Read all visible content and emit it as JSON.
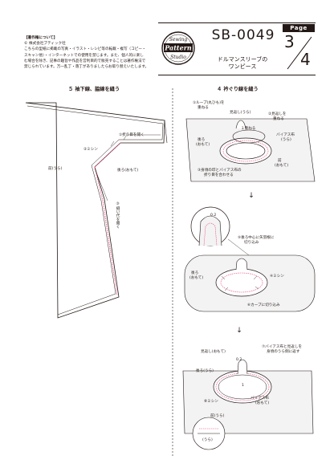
{
  "copyright": {
    "heading": "【著作権について】",
    "line1": "© 株式会社ブティック社",
    "line2": "こちらの型紙に掲載の写真・イラスト・レシピ等の転載・複写（コピー・",
    "line3": "スキャン他）・インターネットでの使用を禁じます。また、個人的に楽し",
    "line4": "む場合を除き、記事の趣旨や作品を営利目的で販売することは著作権法で",
    "line5": "禁じられています。万一乱丁・落丁がありましたらお取り替えいたします。"
  },
  "logo": {
    "line1": "Sewing",
    "line2": "Pattern",
    "line3": "Studio"
  },
  "pattern_code": "SB-0049",
  "pattern_title": {
    "line1": "ドルマンスリーブの",
    "line2": "ワンピース"
  },
  "page": {
    "label": "Page",
    "current": "3",
    "total": "4"
  },
  "section5": {
    "title": "５ 袖下線、脇線を縫う",
    "label_fold": "①折り目を開く",
    "label_machine": "②ミシン",
    "label_back": "後ろ(おもて)",
    "label_front": "前(うら)",
    "label_seam": "③縫い代を開く"
  },
  "section4": {
    "title": "４ 衿ぐり線を縫う",
    "label_loop": "①ループ(丸ひも)を",
    "label_loop2": "重ねる",
    "label_facing_back": "見返し(うら)",
    "label_facing2": "②見返しを",
    "label_facing2b": "重ねる",
    "label_overlap": "１重ねる",
    "label_back_out": "後ろ",
    "label_back_out2": "(おもて)",
    "label_bias": "バイアス布",
    "label_bias2": "(うら)",
    "label_front": "前",
    "label_front2": "(おもて)",
    "label_align": "③身頃の印とバイアス布の",
    "label_align2": "折り目を合わせる",
    "detail_num": "0.2",
    "label_cut": "⑤後ろ中心に矢羽根に",
    "label_cut2": "切り込み",
    "label_back2": "後ろ",
    "label_back2b": "(おもて)",
    "label_machine4": "④ミシン",
    "label_curve": "⑥カーブに切り込み",
    "label_facing_out": "見返し(おもて)",
    "label_bias_fold": "⑦バイアス布と見返しを",
    "label_bias_fold2": "身頃のうら側に返す",
    "label_back3": "後ろ(うら)",
    "num_02": "0.2",
    "num_1": "1",
    "label_machine8": "⑧ミシン",
    "label_bias_out": "バイアス布",
    "label_bias_out2": "(おもて)",
    "label_front_back": "前(うら)",
    "label_ura": "(うら)"
  }
}
